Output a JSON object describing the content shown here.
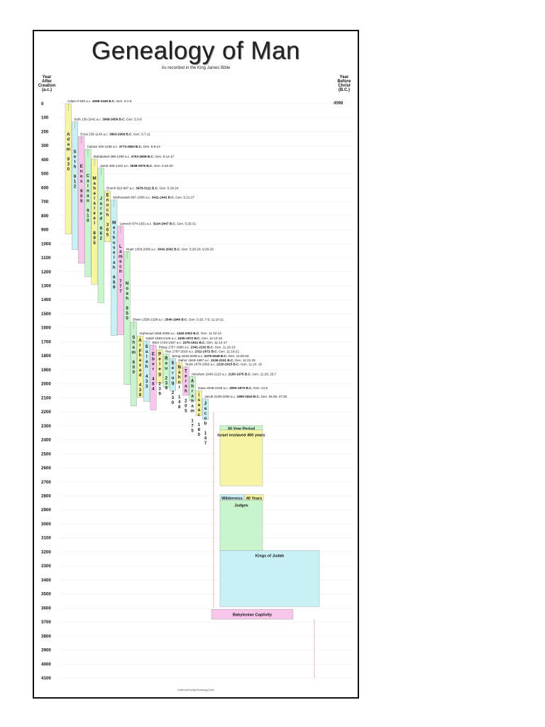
{
  "header": {
    "title": "Genealogy of Man",
    "subtitle": "As recorded in the King James Bible",
    "left_axis_label": [
      "Year",
      "After",
      "Creation",
      "(a.c.)"
    ],
    "right_axis_label": [
      "Year",
      "Before",
      "Christ",
      "(B.C.)"
    ],
    "right_axis_start": "4098"
  },
  "chart_data": {
    "type": "bar",
    "title": "Genealogy of Man",
    "subtitle": "As recorded in the King James Bible",
    "ylabel": "Year After Creation (a.c.)",
    "ylim": [
      0,
      4100
    ],
    "yticks": [
      0,
      100,
      200,
      300,
      400,
      500,
      600,
      700,
      800,
      900,
      1000,
      1100,
      1200,
      1300,
      1400,
      1500,
      1600,
      1700,
      1800,
      1900,
      2000,
      2100,
      2200,
      2300,
      2400,
      2500,
      2600,
      2700,
      2800,
      2900,
      3000,
      3100,
      3200,
      3300,
      3400,
      3500,
      3600,
      3700,
      3800,
      3900,
      4000,
      4100
    ],
    "people": [
      {
        "name": "Adam",
        "life": "930",
        "start": 0,
        "end": 930,
        "color": "#f6f5a6",
        "label": "Adam 0-930 a.c.",
        "bc": "4098-3168 B.C.",
        "ref": "Gen. 5:1-5"
      },
      {
        "name": "Seth",
        "life": "912",
        "start": 130,
        "end": 1042,
        "color": "#c9f0f5",
        "label": "Seth 130-1042 a.c.",
        "bc": "3968-3056 B.C.",
        "ref": "Gen. 5:3-8"
      },
      {
        "name": "Enos",
        "life": "905",
        "start": 235,
        "end": 1140,
        "color": "#f7c6ea",
        "label": "Enos 235-1140 a.c.",
        "bc": "3863-2958 B.C.",
        "ref": "Gen. 5:7-11"
      },
      {
        "name": "Cainan",
        "life": "910",
        "start": 325,
        "end": 1235,
        "color": "#c9f5cc",
        "label": "Cainan 325-1235 a.c.",
        "bc": "3773-2863 B.C.",
        "ref": "Gen. 5:9-14"
      },
      {
        "name": "Mahalaleel",
        "life": "895",
        "start": 395,
        "end": 1290,
        "color": "#f6f5a6",
        "label": "Mahalaleel 395-1290 a.c.",
        "bc": "3703-2808 B.C.",
        "ref": "Gen. 5:12-17"
      },
      {
        "name": "Jared",
        "life": "962",
        "start": 460,
        "end": 1422,
        "color": "#c9f5cc",
        "label": "Jared 460-1422 a.c.",
        "bc": "3638-2676 B.C.",
        "ref": "Gen. 5:15-20"
      },
      {
        "name": "Enoch",
        "life": "365",
        "start": 622,
        "end": 987,
        "color": "#f6f5a6",
        "label": "Enoch 622-987 a.c.",
        "bc": "3476-3111 B.C.",
        "ref": "Gen. 5:18-24"
      },
      {
        "name": "Methuselah",
        "life": "969",
        "start": 687,
        "end": 1656,
        "color": "#c9f0f5",
        "label": "Methuselah 687-1656 a.c.",
        "bc": "3411-2442 B.C.",
        "ref": "Gen. 5:21-27"
      },
      {
        "name": "Lamech",
        "life": "777",
        "start": 874,
        "end": 1651,
        "color": "#f7c6ea",
        "label": "Lamech 874-1651 a.c.",
        "bc": "3224-2447 B.C.",
        "ref": "Gen. 5:25-31"
      },
      {
        "name": "Noah",
        "life": "950",
        "start": 1056,
        "end": 2006,
        "color": "#c9f5cc",
        "label": "Noah 1056-2006 a.c.",
        "bc": "3042-2092 B.C.",
        "ref": "Gen. 5:28-29; 9:28-29"
      },
      {
        "name": "Shem",
        "life": "600",
        "start": 1558,
        "end": 2158,
        "color": "#c9f5cc",
        "label": "Shem 1558-2158 a.c.",
        "bc": "2540-1940 B.C.",
        "ref": "Gen. 5:32; 7:6; 11:10-11"
      },
      {
        "name": "Arphaxad",
        "life": "438",
        "start": 1658,
        "end": 2096,
        "color": "#f6f5a6",
        "label": "Arphaxad 1658-2096 a.c.",
        "bc": "2440-2002 B.C.",
        "ref": "Gen. 11:10-13"
      },
      {
        "name": "Salah",
        "life": "433",
        "start": 1693,
        "end": 2126,
        "color": "#c9f0f5",
        "label": "Salah 1693-2126 a.c.",
        "bc": "2405-1972 B.C.",
        "ref": "Gen. 11:12-15"
      },
      {
        "name": "Eber",
        "life": "464",
        "start": 1723,
        "end": 2187,
        "color": "#f7c6ea",
        "label": "Eber 1723-2187 a.c.",
        "bc": "2375-1911 B.C.",
        "ref": "Gen. 11:14-17"
      },
      {
        "name": "Peleg",
        "life": "239",
        "start": 1757,
        "end": 1996,
        "color": "#f6f5a6",
        "label": "Peleg 1757-1996 a.c.",
        "bc": "2341-2102 B.C.",
        "ref": "Gen. 11:16-19"
      },
      {
        "name": "Reu",
        "life": "239",
        "start": 1787,
        "end": 2026,
        "color": "#c9f5cc",
        "label": "Reu 1787-2026 a.c.",
        "bc": "2311-2072 B.C.",
        "ref": "Gen. 11:18-21"
      },
      {
        "name": "Serug",
        "life": "230",
        "start": 1819,
        "end": 2049,
        "color": "#c9f0f5",
        "label": "Serug 1819-2049 a.c.",
        "bc": "2279-2049 B.C.",
        "ref": "Gen. 11:20-23"
      },
      {
        "name": "Nahor",
        "life": "148",
        "start": 1849,
        "end": 1997,
        "color": "#f6f5a6",
        "label": "Nahor 1849-1997 a.c.",
        "bc": "2249-2101 B.C.",
        "ref": "Gen. 11:22-25"
      },
      {
        "name": "Terah",
        "life": "205",
        "start": 1878,
        "end": 2083,
        "color": "#f7c6ea",
        "label": "Terah 1878-2083 a.c.",
        "bc": "2220-2015 B.C.",
        "ref": "Gen. 11:24, 32"
      },
      {
        "name": "Abraham",
        "life": "175",
        "start": 1948,
        "end": 2123,
        "color": "#c9f5cc",
        "label": "Abraham 1948-2123 a.c.",
        "bc": "2150-1975 B.C.",
        "ref": "Gen. 11:26; 25:7"
      },
      {
        "name": "Isaac",
        "life": "180",
        "start": 2048,
        "end": 2228,
        "color": "#f6f5a6",
        "label": "Isaac 2048-2228 a.c.",
        "bc": "2050-1870 B.C.",
        "ref": "Gen. 21:5"
      },
      {
        "name": "Jacob",
        "life": "147",
        "start": 2108,
        "end": 2255,
        "color": "#c9f0f5",
        "label": "Jacob 2108-2255 a.c.",
        "bc": "1990-1843 B.C.",
        "ref": "Gen. 25:26; 47:28"
      }
    ],
    "periods": [
      {
        "label": "30 Year Period",
        "start": 2298,
        "end": 2328,
        "color": "#c9f5cc"
      },
      {
        "label": "Israel enslaved 400 years",
        "start": 2328,
        "end": 2728,
        "color": "#f6f5a6"
      },
      {
        "label": "Wilderness",
        "start": 2790,
        "end": 2830,
        "color": "#c9f0f5"
      },
      {
        "label": "40 Years",
        "start": 2790,
        "end": 2830,
        "color": "#f6f5a6"
      },
      {
        "label": "Judges",
        "start": 2830,
        "end": 3190,
        "color": "#c9f5cc"
      },
      {
        "label": "Kings of Judah",
        "start": 3190,
        "end": 3590,
        "color": "#c9f0f5"
      },
      {
        "label": "Babylonian Captivity",
        "start": 3610,
        "end": 3680,
        "color": "#f7c6ea"
      }
    ]
  },
  "footer": "WhitesideFamilyGenealogyChart"
}
